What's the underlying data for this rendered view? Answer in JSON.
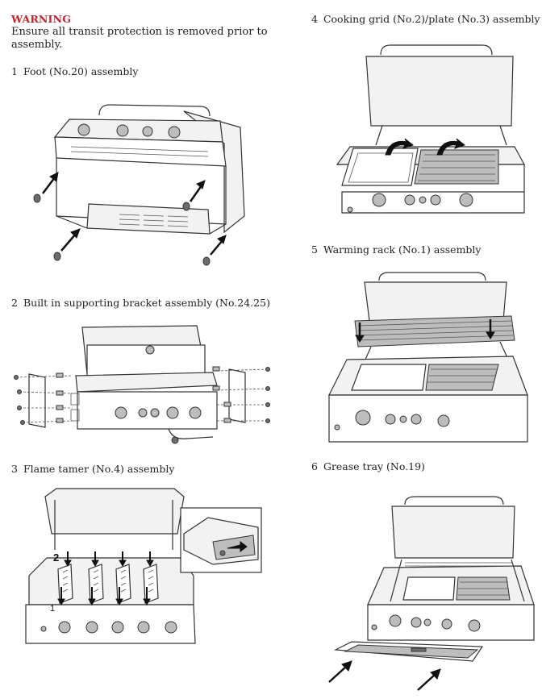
{
  "warning": {
    "title": "WARNING",
    "text": "Ensure all transit protection is removed prior to assembly."
  },
  "steps": [
    {
      "num": "1",
      "label": "Foot (No.20) assembly"
    },
    {
      "num": "2",
      "label": "Built in supporting bracket assembly (No.24.25)"
    },
    {
      "num": "3",
      "label": "Flame tamer (No.4) assembly"
    },
    {
      "num": "4",
      "label": "Cooking grid (No.2)/plate (No.3) assembly"
    },
    {
      "num": "5",
      "label": "Warming rack (No.1) assembly"
    },
    {
      "num": "6",
      "label": "Grease tray (No.19)"
    }
  ],
  "figures": {
    "flame_tamer_callouts": {
      "top": "2",
      "bottom": "1"
    }
  },
  "colors": {
    "warning": "#c4202b",
    "text": "#222222"
  }
}
